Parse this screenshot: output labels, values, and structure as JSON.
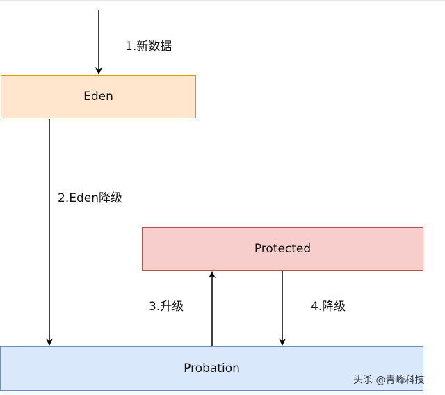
{
  "nodes": {
    "eden": "Eden",
    "protected": "Protected",
    "probation": "Probation"
  },
  "edges": {
    "new_data": "1.新数据",
    "eden_demote": "2.Eden降级",
    "promote": "3.升级",
    "demote": "4.降级"
  },
  "watermark": "头杀 @青峰科技",
  "colors": {
    "eden_fill": "#ffe6cc",
    "eden_stroke": "#d79b00",
    "protected_fill": "#f8cecc",
    "protected_stroke": "#b85450",
    "probation_fill": "#dae8fc",
    "probation_stroke": "#6c8ebf",
    "arrow": "#000000"
  }
}
